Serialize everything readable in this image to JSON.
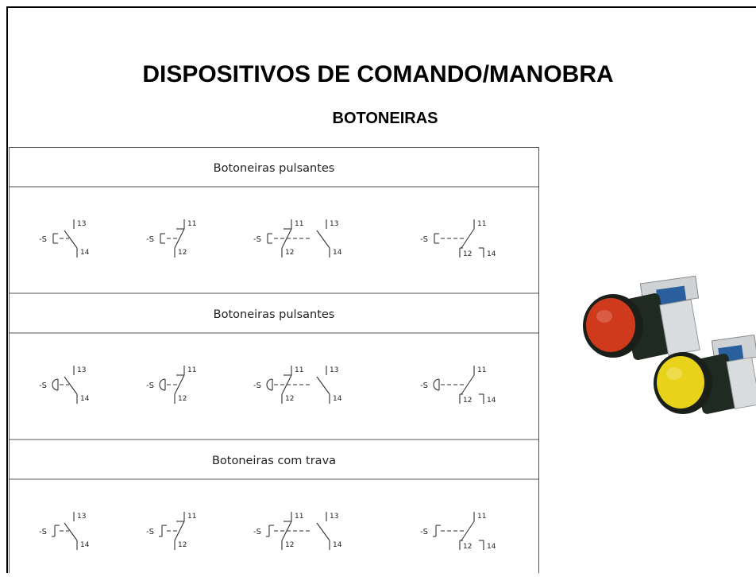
{
  "slide": {
    "title": "DISPOSITIVOS DE COMANDO/MANOBRA",
    "subtitle": "BOTONEIRAS"
  },
  "sections": [
    {
      "header": "Botoneiras pulsantes",
      "actuator": "push"
    },
    {
      "header": "Botoneiras pulsantes",
      "actuator": "mushroom"
    },
    {
      "header": "Botoneiras com trava",
      "actuator": "latch"
    }
  ],
  "symbols": [
    {
      "device_label": "-S",
      "contact": "NO",
      "terminals": [
        "13",
        "14"
      ]
    },
    {
      "device_label": "-S",
      "contact": "NC",
      "terminals": [
        "11",
        "12"
      ]
    },
    {
      "device_label": "-S",
      "contact": "NC+NO",
      "terminals": [
        "11",
        "12",
        "13",
        "14"
      ]
    },
    {
      "device_label": "-S",
      "contact": "changeover",
      "terminals": [
        "11",
        "12",
        "14"
      ]
    }
  ],
  "photo": {
    "buttons": [
      {
        "name": "red-pushbutton",
        "color": "#d03a1c"
      },
      {
        "name": "yellow-pushbutton",
        "color": "#e8d21a"
      }
    ]
  },
  "colors": {
    "line": "#333333",
    "text": "#000000"
  }
}
